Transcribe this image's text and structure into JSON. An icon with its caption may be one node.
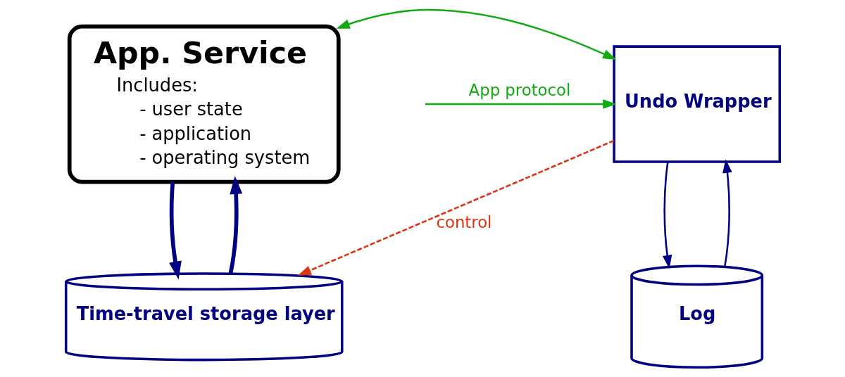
{
  "diagram": {
    "nodes": [
      {
        "text": [
          "Undo Wrapper"
        ]
      },
      {
        "text": [
          "App. Service",
          "Includes:",
          "- user state",
          "- application",
          "- operating system"
        ]
      },
      {
        "text": [
          "Log"
        ]
      },
      {
        "text": [
          "Time-travel storage layer"
        ]
      }
    ],
    "edges": [
      {
        "from": null,
        "to": 0,
        "arrow": "to",
        "label": "App protocol",
        "color": "#11aa11"
      },
      {
        "from": 0,
        "to": 1,
        "arrow": "both",
        "color": "#11aa11"
      },
      {
        "from": 0,
        "to": 2,
        "arrow": "to"
      },
      {
        "from": 2,
        "to": 0,
        "arrow": "to"
      },
      {
        "from": 1,
        "to": 3,
        "arrow": "to",
        "style": "thick"
      },
      {
        "from": 3,
        "to": 1,
        "arrow": "to",
        "style": "thick"
      },
      {
        "from": 0,
        "to": 3,
        "arrow": "to",
        "style": "dashed",
        "label": "control",
        "color": "#dd3311"
      }
    ]
  }
}
